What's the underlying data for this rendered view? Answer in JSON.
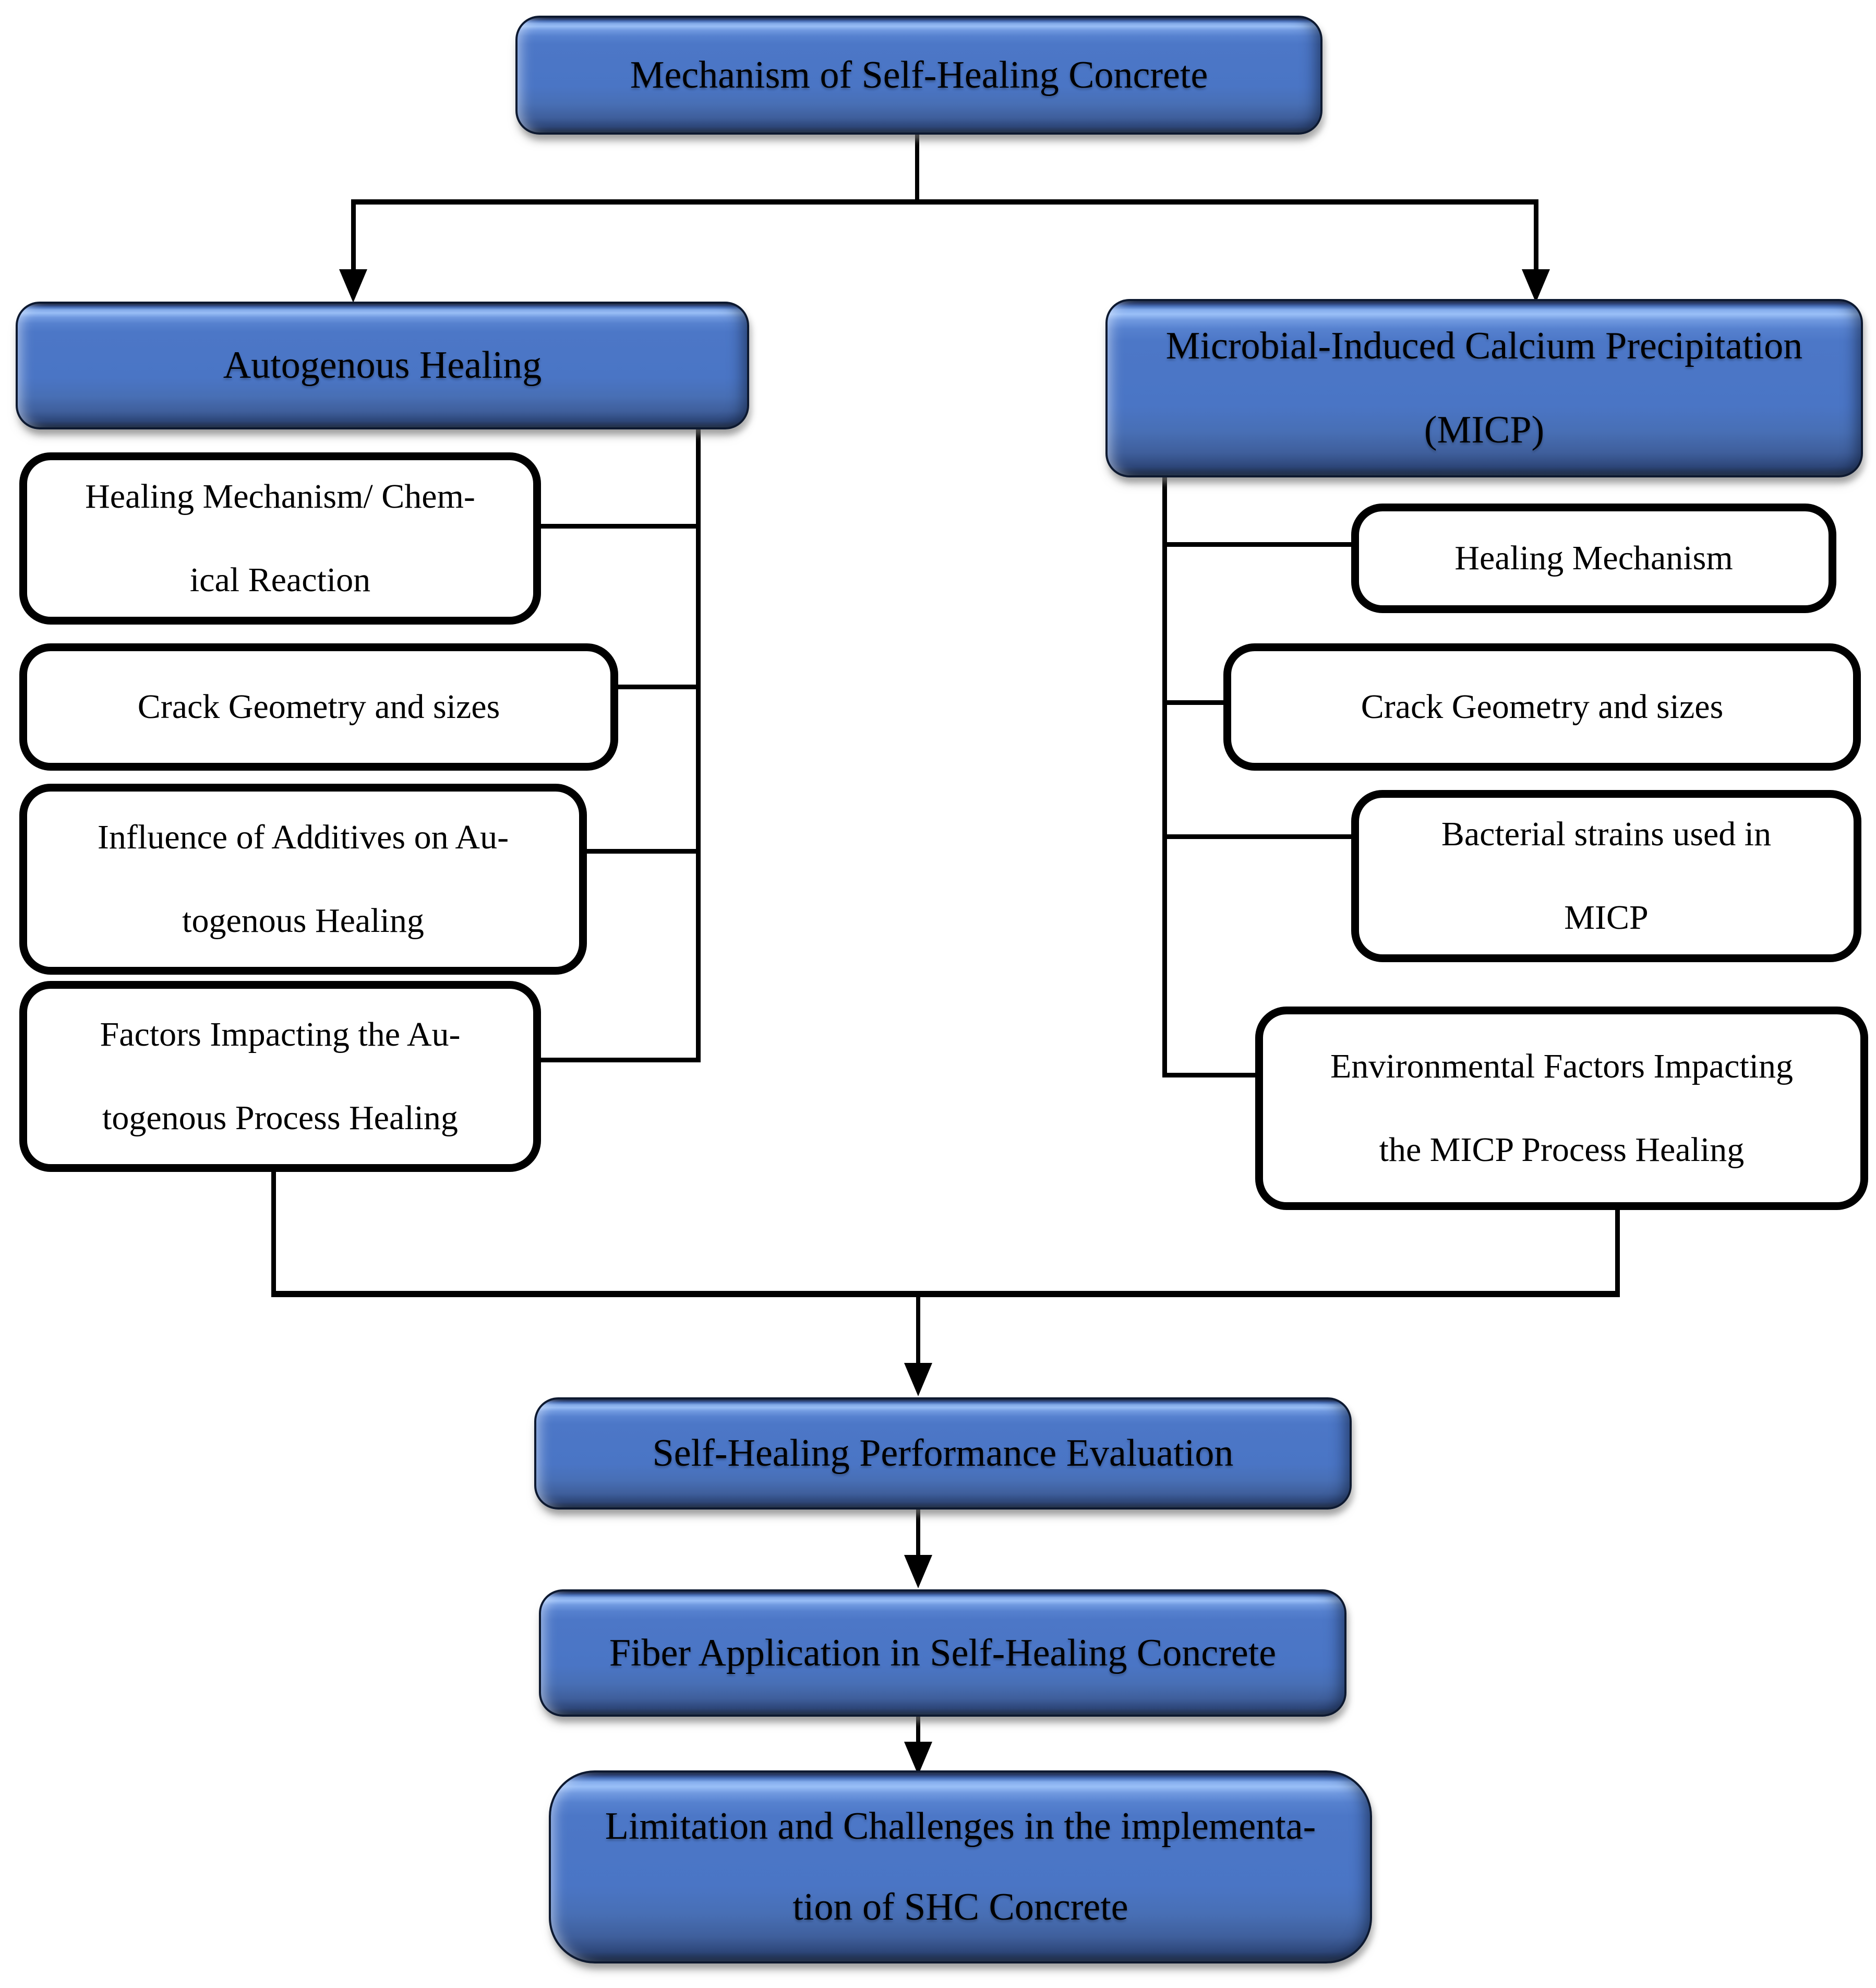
{
  "diagram": {
    "colors": {
      "node_fill": "#4a75c5",
      "node_highlight": "#9abff7",
      "node_border": "#0d1930",
      "white_node_border": "#000000",
      "connector": "#000000",
      "text": "#000000",
      "background": "#ffffff"
    },
    "nodes": {
      "root": {
        "label": "Mechanism of Self-Healing Concrete"
      },
      "autogenous": {
        "label": "Autogenous Healing"
      },
      "micp": {
        "lines": [
          "Microbial-Induced Calcium Precipitation",
          "(MICP)"
        ]
      },
      "auto_children": [
        {
          "lines": [
            "Healing Mechanism/ Chem-",
            "ical Reaction"
          ]
        },
        {
          "label": "Crack Geometry and sizes"
        },
        {
          "lines": [
            "Influence of Additives on Au-",
            "togenous Healing"
          ]
        },
        {
          "lines": [
            "Factors Impacting the Au-",
            "togenous Process Healing"
          ]
        }
      ],
      "micp_children": [
        {
          "label": "Healing Mechanism"
        },
        {
          "label": "Crack Geometry and sizes"
        },
        {
          "lines": [
            "Bacterial strains used in",
            "MICP"
          ]
        },
        {
          "lines": [
            "Environmental Factors Impacting",
            "the MICP Process Healing"
          ]
        }
      ],
      "evaluation": {
        "label": "Self-Healing Performance Evaluation"
      },
      "fiber": {
        "label": "Fiber Application in Self-Healing Concrete"
      },
      "limitation": {
        "lines": [
          "Limitation and Challenges in the implementa-",
          "tion of SHC Concrete"
        ]
      }
    }
  }
}
